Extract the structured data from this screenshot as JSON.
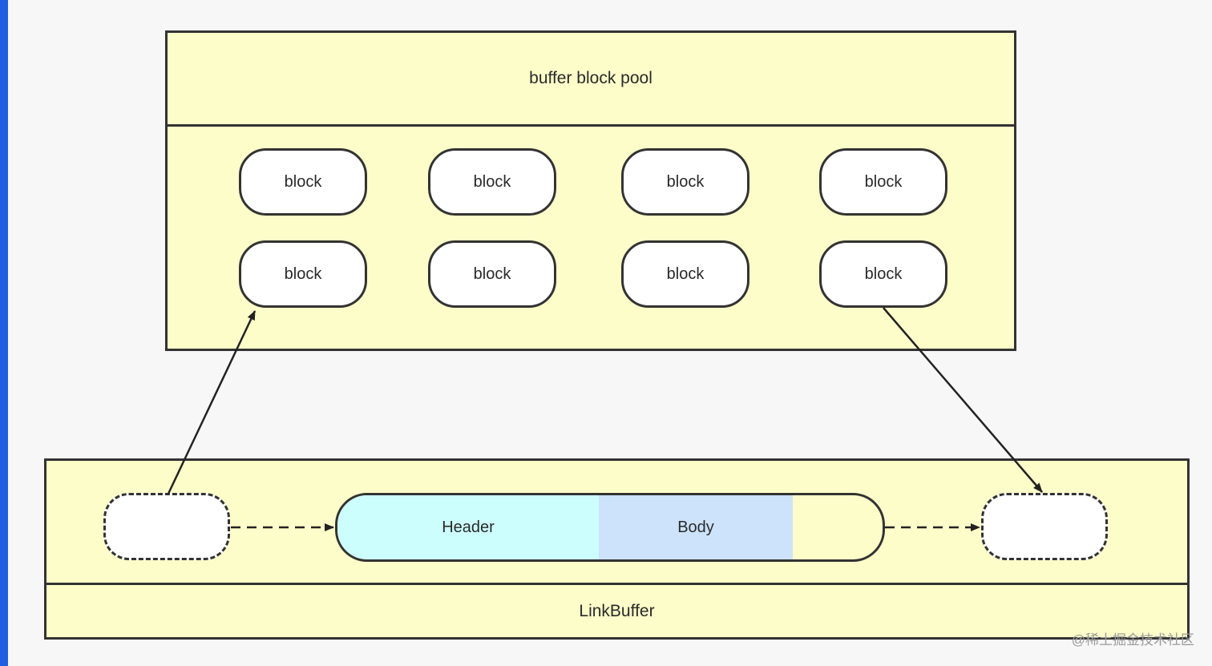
{
  "pool": {
    "title": "buffer block pool",
    "blocks": [
      "block",
      "block",
      "block",
      "block",
      "block",
      "block",
      "block",
      "block"
    ]
  },
  "linkbuffer": {
    "label": "LinkBuffer",
    "packet": {
      "header_label": "Header",
      "body_label": "Body"
    }
  },
  "credit": "@稀土掘金技术社区",
  "colors": {
    "panel_fill": "#fdfdc9",
    "header_fill": "#cdfefe",
    "body_fill": "#cce3fb",
    "accent_bar": "#1f5fe0"
  }
}
